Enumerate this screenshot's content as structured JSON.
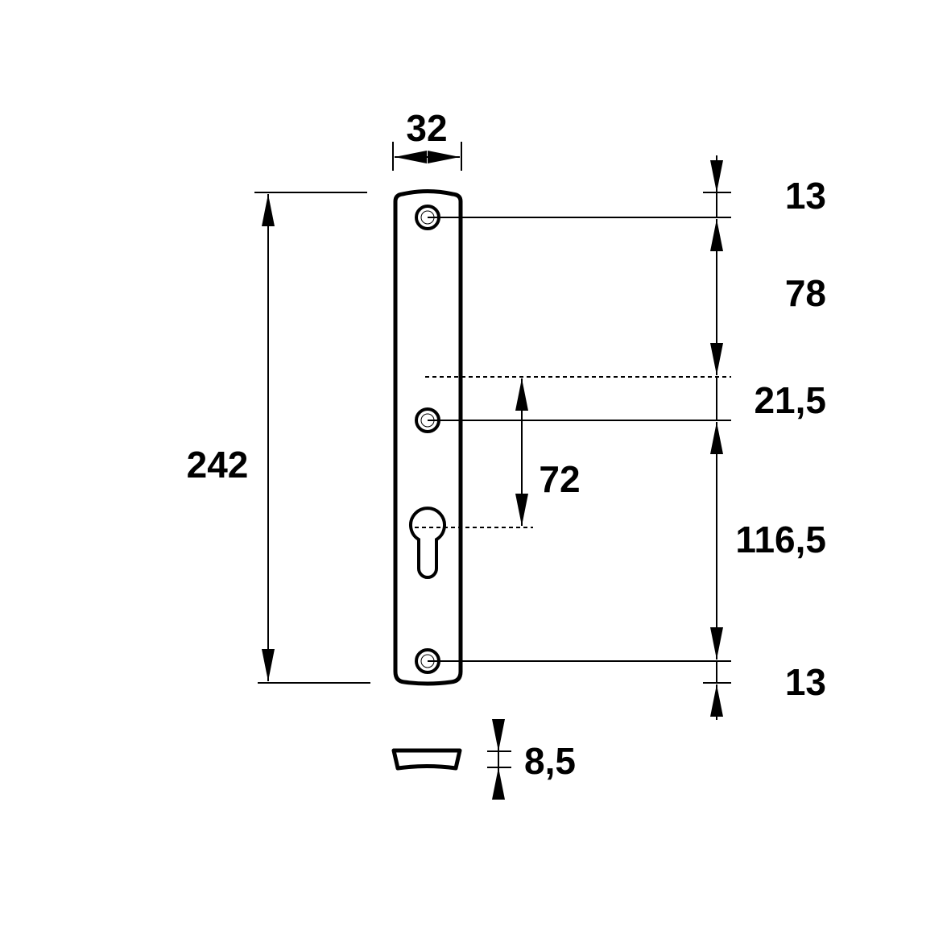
{
  "drawing": {
    "title": "Door handle backplate dimension drawing",
    "line_color": "#000000",
    "background": "#ffffff",
    "dimensions": {
      "width": "32",
      "total_height": "242",
      "top_margin": "13",
      "top_to_middle_hole": "78",
      "handle_offset": "21,5",
      "middle_to_bottom": "116,5",
      "bottom_margin": "13",
      "handle_to_cylinder": "72",
      "thickness": "8,5"
    }
  }
}
